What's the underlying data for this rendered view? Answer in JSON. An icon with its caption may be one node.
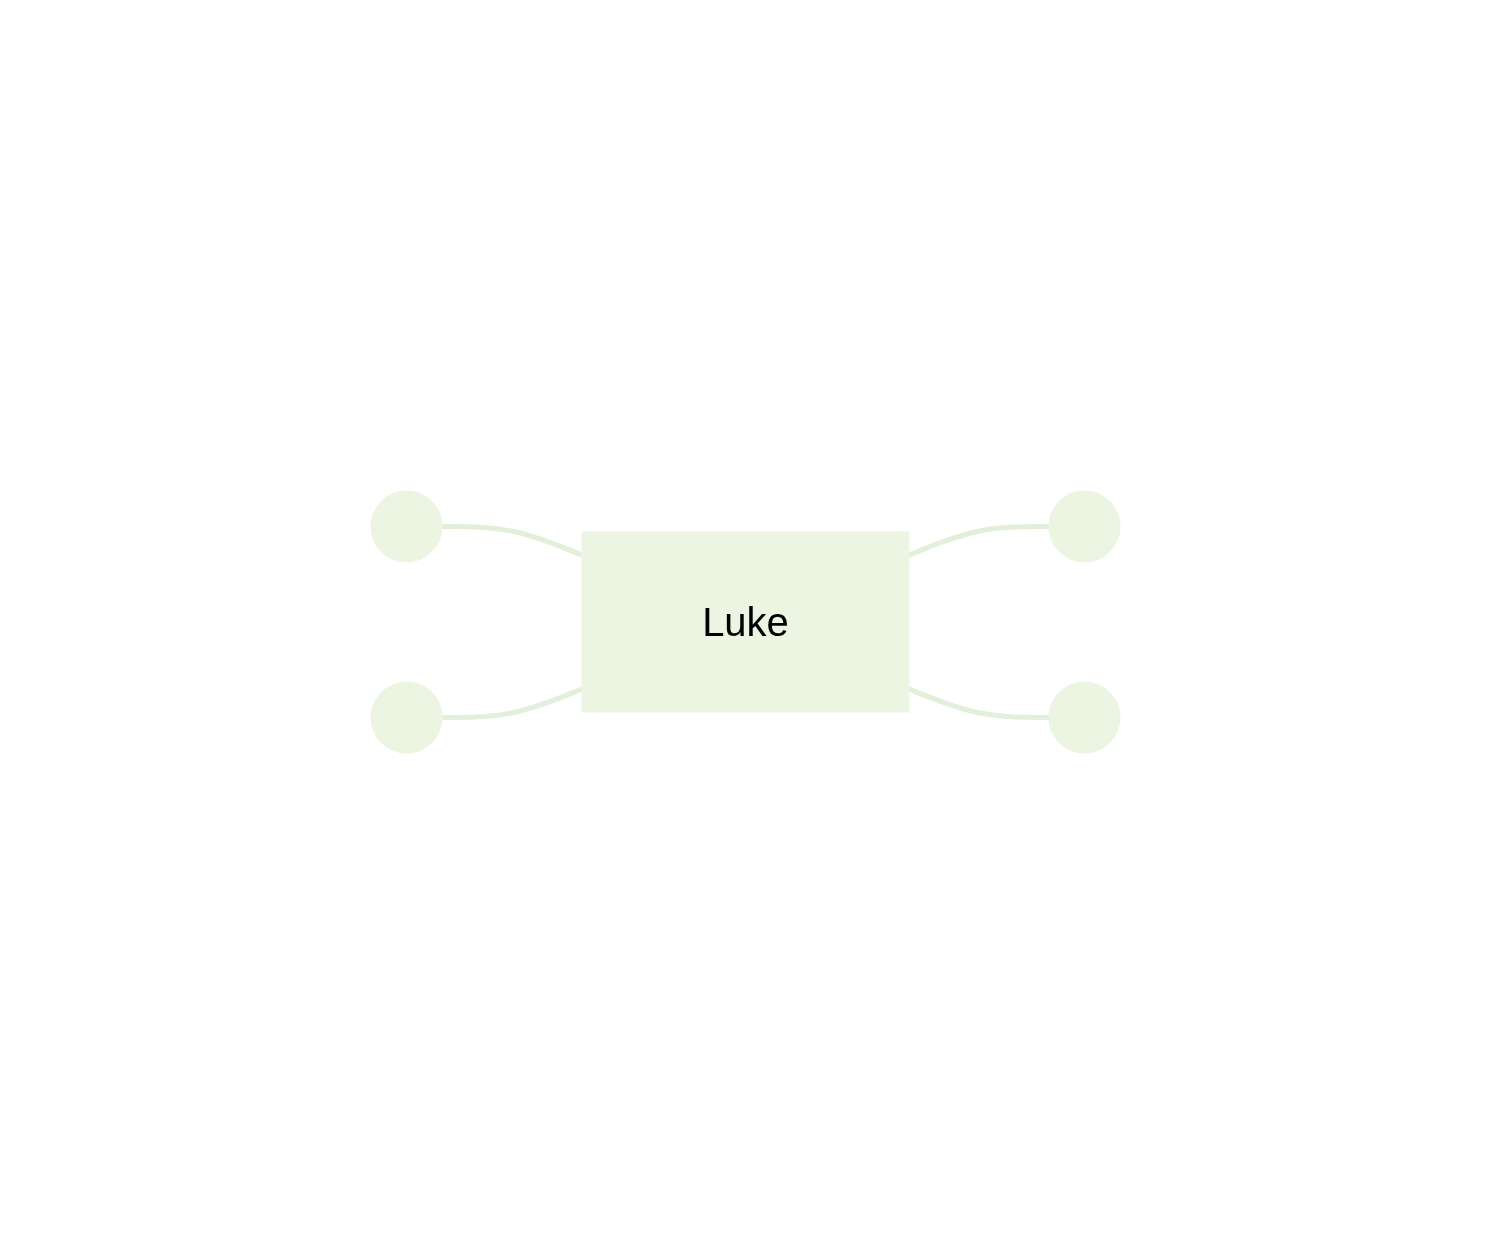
{
  "diagram": {
    "nodes": [
      {
        "text": [],
        "shape": "ellipse"
      },
      {
        "text": [],
        "shape": "ellipse"
      },
      {
        "text": [
          "Luke"
        ]
      },
      {
        "text": [],
        "shape": "ellipse"
      },
      {
        "text": [],
        "shape": "ellipse"
      }
    ],
    "edges": [
      {
        "from": 0,
        "to": 2,
        "arrow": "none"
      },
      {
        "from": 1,
        "to": 2,
        "arrow": "none"
      },
      {
        "from": 2,
        "to": 3,
        "arrow": "none"
      },
      {
        "from": 2,
        "to": 4,
        "arrow": "none"
      }
    ]
  }
}
